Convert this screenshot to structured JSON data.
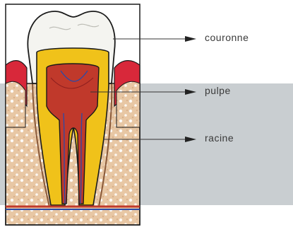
{
  "labels": {
    "crown": "couronne",
    "pulp": "pulpe",
    "root": "racine"
  },
  "colors": {
    "enamel": "#f4f4f0",
    "dentin": "#f0c21a",
    "pulp": "#c0392b",
    "gum": "#d8283a",
    "bone": "#e9c9a8",
    "bone_speckle": "#ffffff",
    "overlay": "#c9ced1",
    "nerve": "#2a4aa8",
    "outline": "#1a1a1a"
  }
}
